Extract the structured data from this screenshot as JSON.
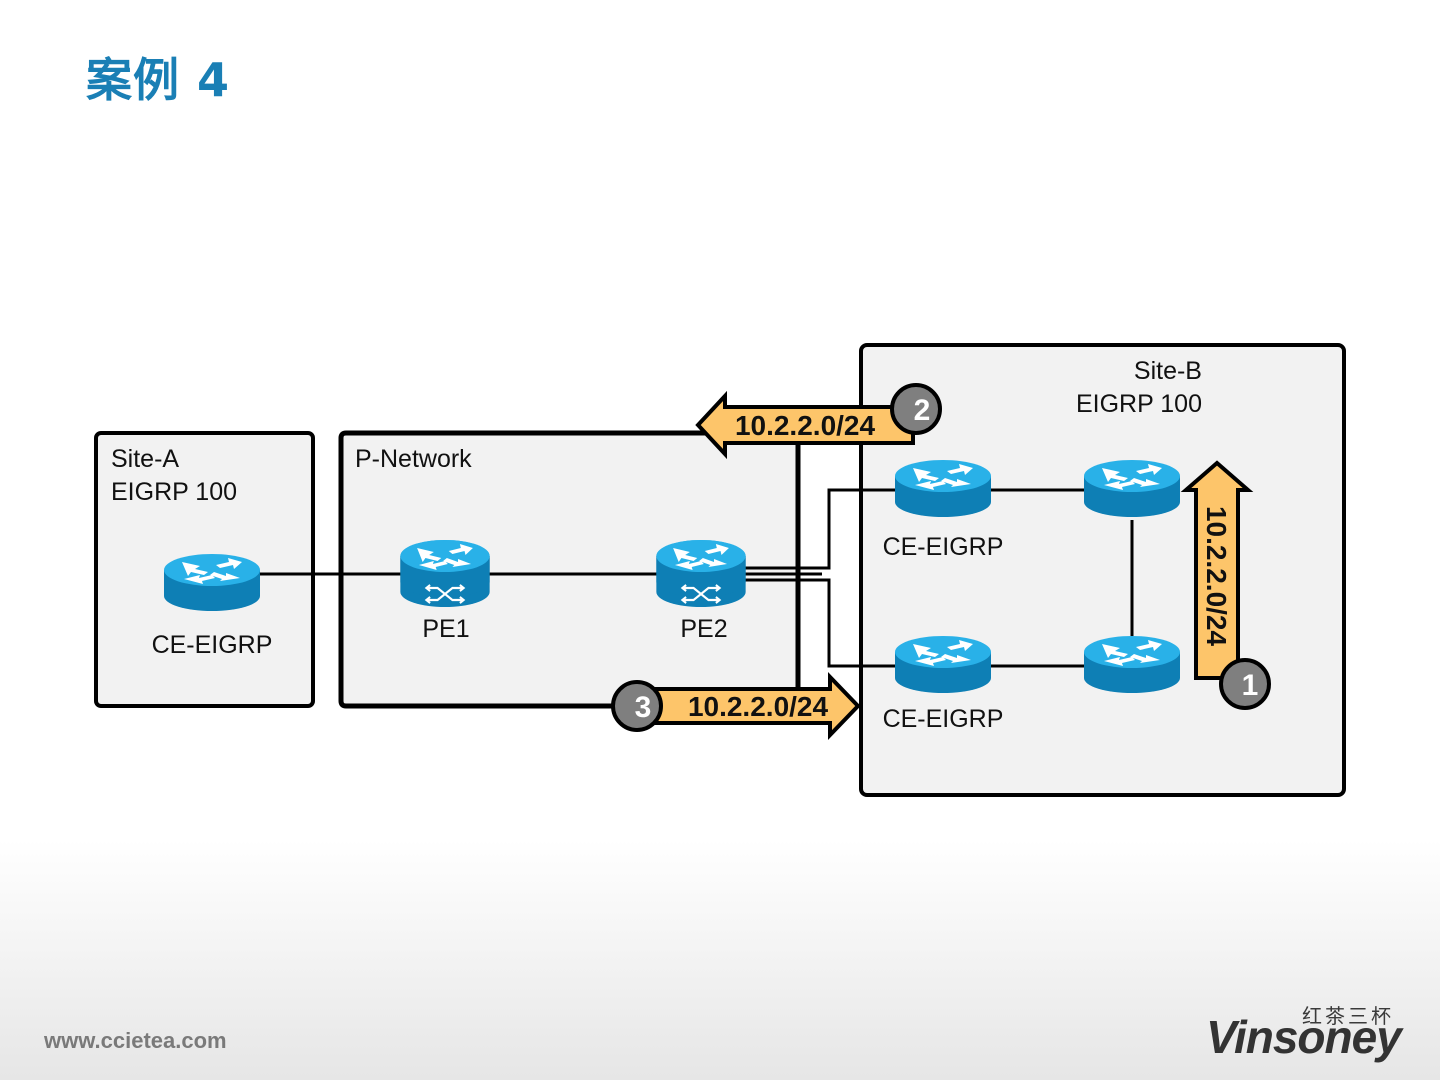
{
  "title": "案例 4",
  "footer": {
    "url": "www.ccietea.com",
    "brand_cn": "红茶三杯",
    "brand": "Vinsoney"
  },
  "colors": {
    "title": "#1a7fb5",
    "box_fill": "#f2f2f2",
    "router_top": "#29b1e8",
    "router_side": "#0e7fb5",
    "route_arrow": "#fdc56a",
    "badge": "#7f7f7f"
  },
  "site_a": {
    "name": "Site-A",
    "protocol": "EIGRP 100",
    "router_label": "CE-EIGRP"
  },
  "p_network": {
    "name": "P-Network",
    "pe1_label": "PE1",
    "pe2_label": "PE2"
  },
  "site_b": {
    "name": "Site-B",
    "protocol": "EIGRP 100",
    "ce_top_label": "CE-EIGRP",
    "ce_bottom_label": "CE-EIGRP"
  },
  "routes": [
    {
      "step": "1",
      "prefix": "10.2.2.0/24",
      "direction": "up"
    },
    {
      "step": "2",
      "prefix": "10.2.2.0/24",
      "direction": "left"
    },
    {
      "step": "3",
      "prefix": "10.2.2.0/24",
      "direction": "right"
    }
  ]
}
